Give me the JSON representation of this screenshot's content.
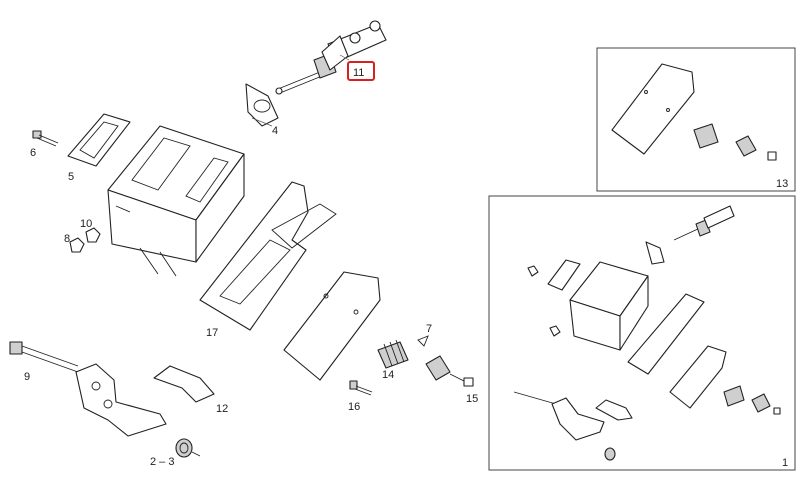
{
  "callouts": {
    "c1": "1",
    "c2_3": "2 – 3",
    "c4": "4",
    "c5": "5",
    "c6": "6",
    "c7": "7",
    "c8": "8",
    "c9": "9",
    "c10": "10",
    "c11": "11",
    "c12": "12",
    "c13": "13",
    "c14": "14",
    "c15": "15",
    "c16": "16",
    "c17": "17"
  },
  "colors": {
    "highlight": "#d92020",
    "line": "#222222",
    "shade": "#cfcfcf"
  },
  "selected_callout": "11"
}
